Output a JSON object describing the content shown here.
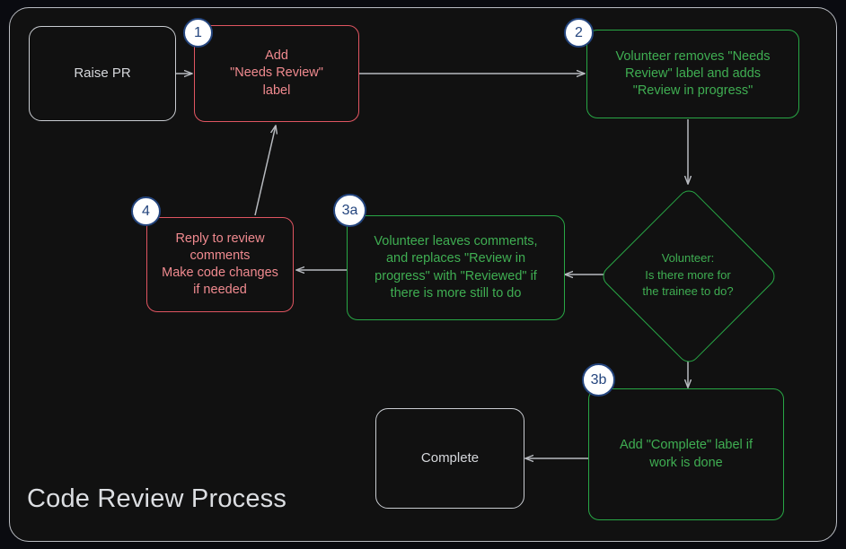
{
  "title": "Code Review Process",
  "colors": {
    "background": "#0a0b10",
    "frame_border": "#b9bcc2",
    "red": "#e05561",
    "red_text": "#f08a8f",
    "green": "#28a745",
    "green_text": "#3fae52",
    "neutral": "#c9ccd1",
    "badge_fill": "#ffffff",
    "badge_border": "#24457e",
    "edge": "#b8bbc0"
  },
  "nodes": [
    {
      "id": "raise-pr",
      "badge": null,
      "style": "plain",
      "text": "Raise PR"
    },
    {
      "id": "add-needs-review",
      "badge": "1",
      "style": "red",
      "text": "Add\n\"Needs Review\"\nlabel"
    },
    {
      "id": "volunteer-removes",
      "badge": "2",
      "style": "green",
      "text": "Volunteer removes \"Needs\nReview\" label and adds\n\"Review in progress\""
    },
    {
      "id": "decision-more-work",
      "badge": null,
      "style": "diamond",
      "text": "Volunteer:\nIs there more for\nthe trainee to do?"
    },
    {
      "id": "volunteer-leaves-comments",
      "badge": "3a",
      "style": "green",
      "text": "Volunteer leaves comments,\nand replaces \"Review in\nprogress\" with \"Reviewed\" if\nthere is more still to do"
    },
    {
      "id": "reply-to-review",
      "badge": "4",
      "style": "red",
      "text": "Reply to review\ncomments\nMake code changes\nif needed"
    },
    {
      "id": "add-complete-label",
      "badge": "3b",
      "style": "green",
      "text": "Add \"Complete\" label if\nwork is done"
    },
    {
      "id": "complete",
      "badge": null,
      "style": "plain",
      "text": "Complete"
    }
  ],
  "edges": [
    {
      "from": "raise-pr",
      "to": "add-needs-review",
      "label": ""
    },
    {
      "from": "add-needs-review",
      "to": "volunteer-removes",
      "label": ""
    },
    {
      "from": "volunteer-removes",
      "to": "decision-more-work",
      "label": ""
    },
    {
      "from": "decision-more-work",
      "to": "volunteer-leaves-comments",
      "label": ""
    },
    {
      "from": "decision-more-work",
      "to": "add-complete-label",
      "label": ""
    },
    {
      "from": "volunteer-leaves-comments",
      "to": "reply-to-review",
      "label": ""
    },
    {
      "from": "reply-to-review",
      "to": "add-needs-review",
      "label": ""
    },
    {
      "from": "add-complete-label",
      "to": "complete",
      "label": ""
    }
  ],
  "badges": {
    "one": "1",
    "two": "2",
    "three_a": "3a",
    "three_b": "3b",
    "four": "4"
  },
  "labels": {
    "raise_pr": "Raise PR",
    "add_needs_review": "Add\n\"Needs Review\"\nlabel",
    "volunteer_removes": "Volunteer removes \"Needs\nReview\" label and adds\n\"Review in progress\"",
    "decision": "Volunteer:\nIs there more for\nthe trainee to do?",
    "volunteer_leaves": "Volunteer leaves comments,\nand replaces \"Review in\nprogress\" with \"Reviewed\" if\nthere is more still to do",
    "reply_to_review": "Reply to review\ncomments\nMake code changes\nif needed",
    "add_complete": "Add \"Complete\" label if\nwork is done",
    "complete": "Complete"
  }
}
